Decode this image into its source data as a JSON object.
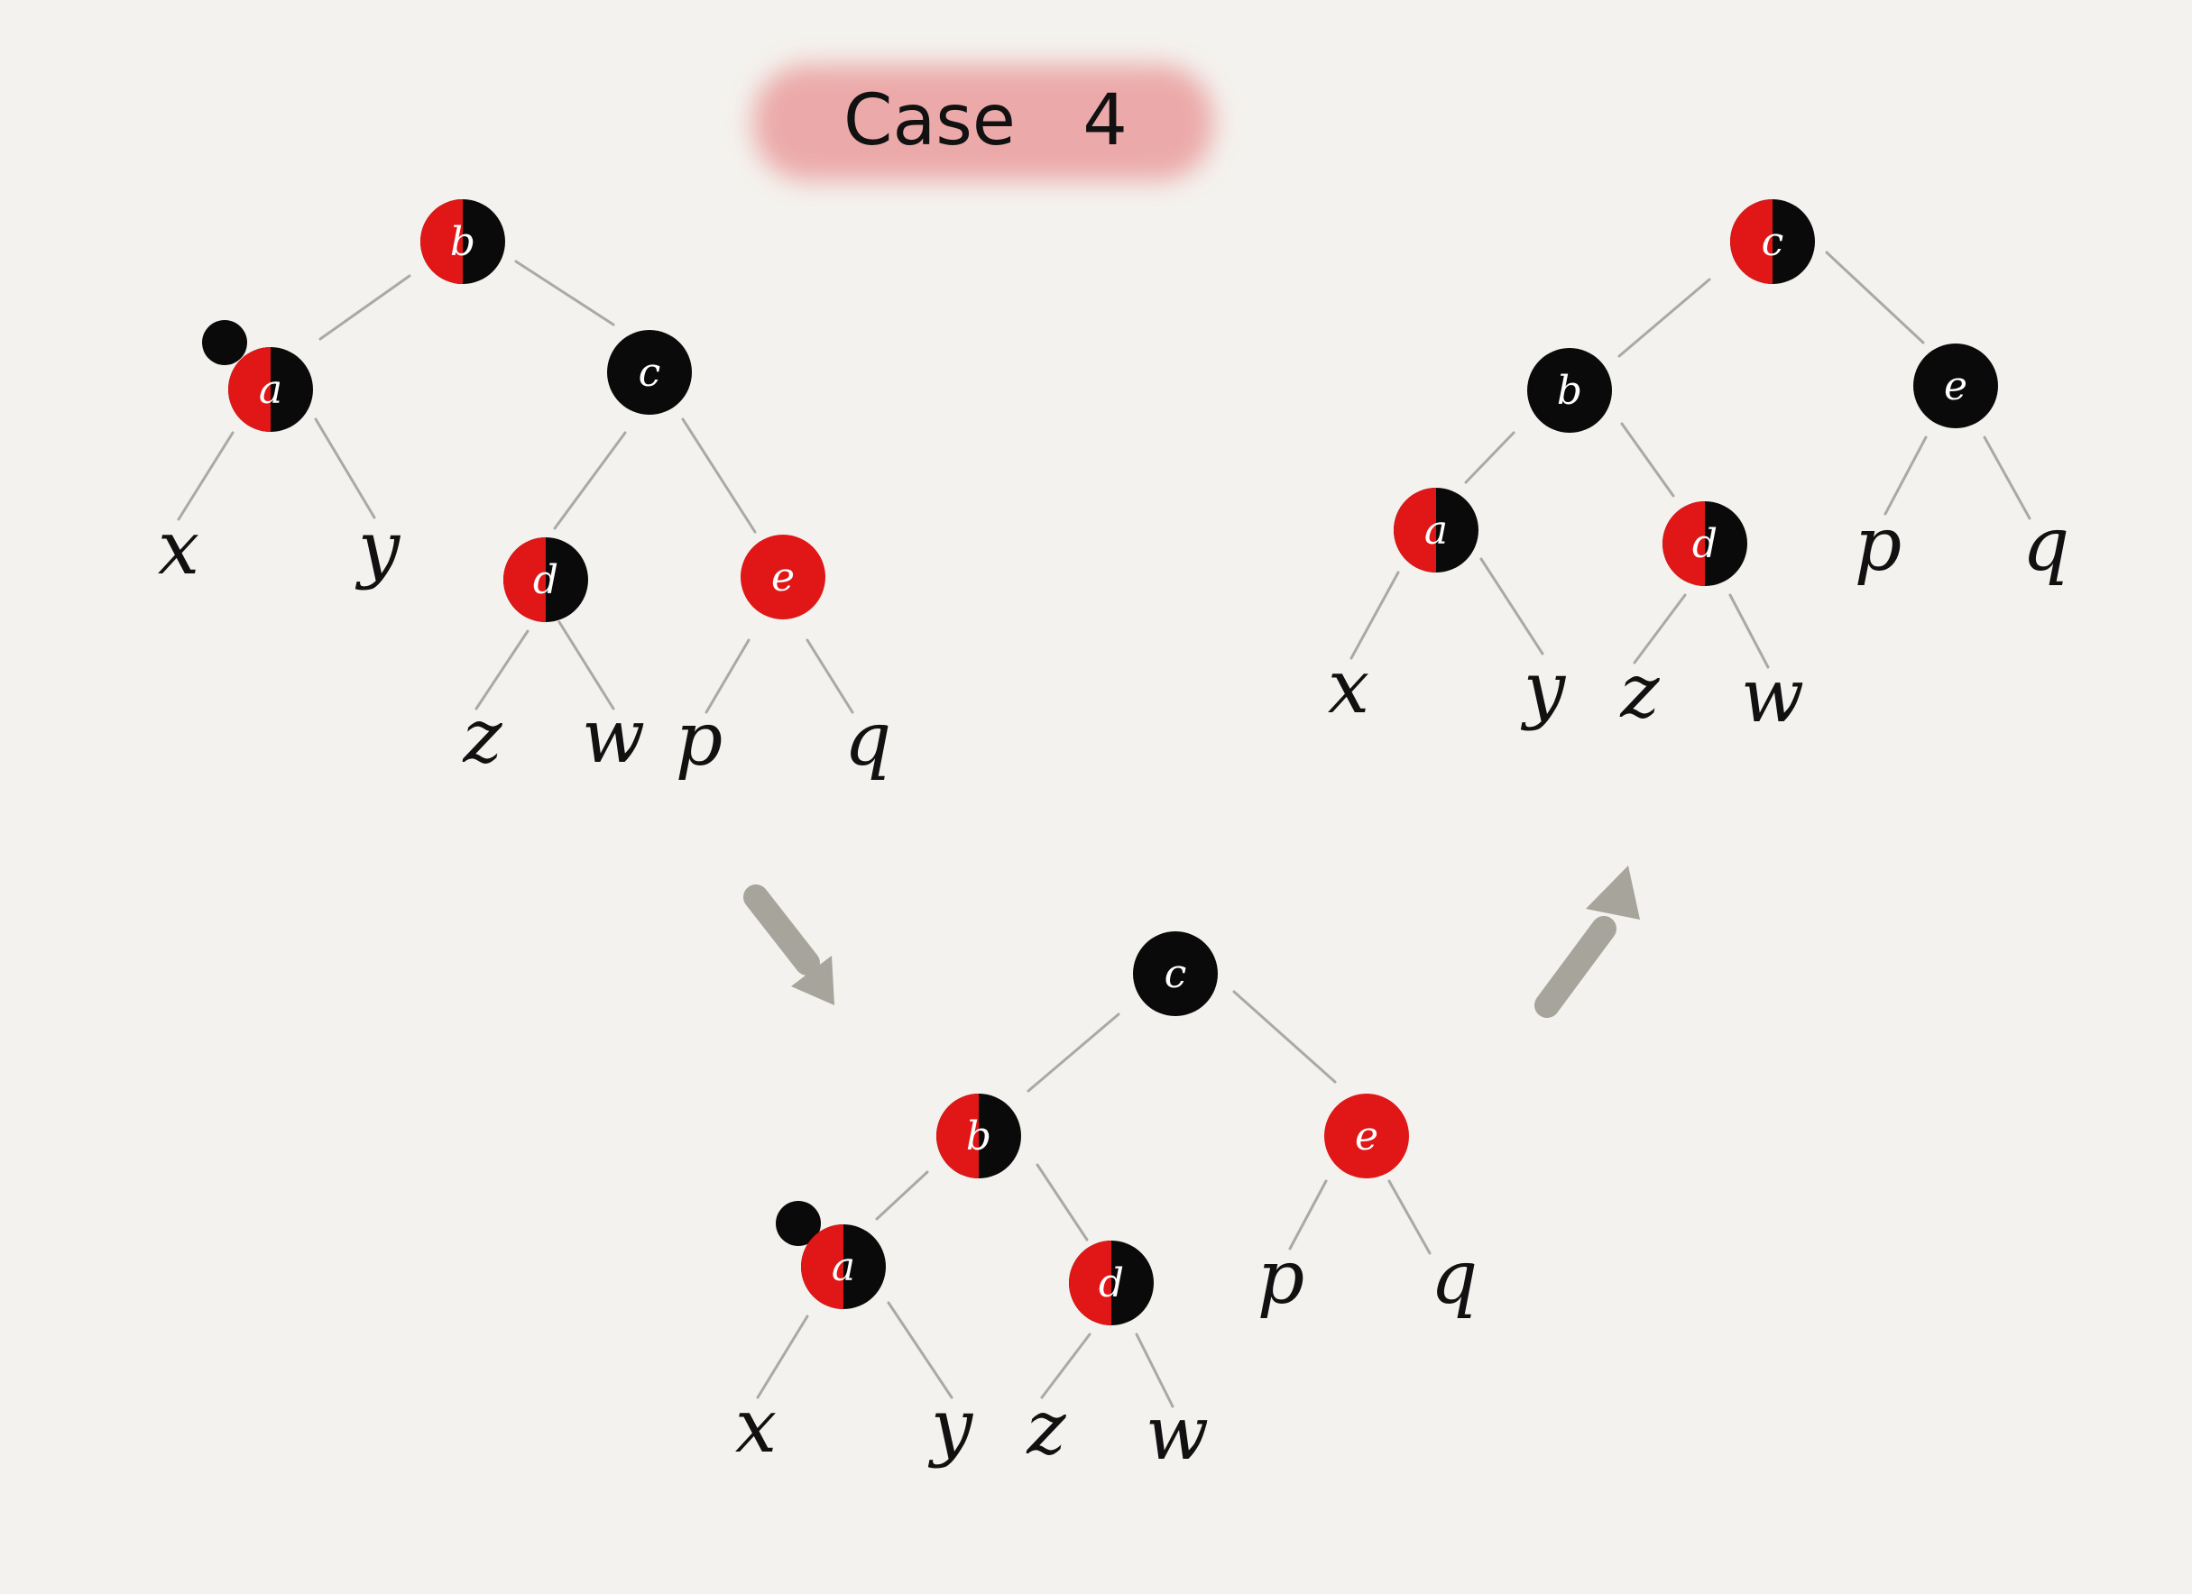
{
  "title": "Case   4",
  "colors": {
    "background": "#f4f2ee",
    "red": "#e11616",
    "black": "#0a0a0a",
    "edge": "#a9a9a9",
    "arrow": "#a7a49c",
    "title_highlight": "#e89292"
  },
  "trees": [
    {
      "id": "before",
      "nodes": [
        {
          "label": "b",
          "color": "red-black"
        },
        {
          "label": "a",
          "color": "red-black",
          "extra_black": true
        },
        {
          "label": "c",
          "color": "black"
        },
        {
          "label": "d",
          "color": "red-black"
        },
        {
          "label": "e",
          "color": "red"
        }
      ],
      "leaves": [
        "x",
        "y",
        "z",
        "w",
        "p",
        "q"
      ]
    },
    {
      "id": "middle",
      "nodes": [
        {
          "label": "c",
          "color": "black"
        },
        {
          "label": "b",
          "color": "red-black"
        },
        {
          "label": "e",
          "color": "red"
        },
        {
          "label": "a",
          "color": "red-black",
          "extra_black": true
        },
        {
          "label": "d",
          "color": "red-black"
        }
      ],
      "leaves": [
        "x",
        "y",
        "z",
        "w",
        "p",
        "q"
      ]
    },
    {
      "id": "after",
      "nodes": [
        {
          "label": "c",
          "color": "red-black"
        },
        {
          "label": "b",
          "color": "black"
        },
        {
          "label": "e",
          "color": "black"
        },
        {
          "label": "a",
          "color": "red-black"
        },
        {
          "label": "d",
          "color": "red-black"
        }
      ],
      "leaves": [
        "x",
        "y",
        "z",
        "w",
        "p",
        "q"
      ]
    }
  ]
}
